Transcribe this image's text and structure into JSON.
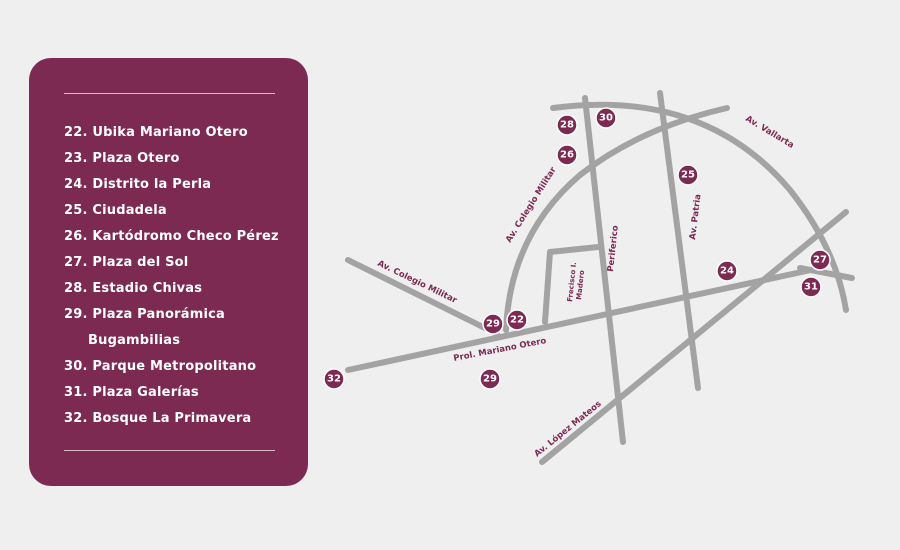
{
  "legend": {
    "items": [
      "22. Ubika Mariano Otero",
      "23. Plaza Otero",
      "24. Distrito la Perla",
      "25. Ciudadela",
      "26. Kartódromo Checo Pérez",
      "27. Plaza del Sol",
      "28. Estadio Chivas",
      "29. Plaza Panorámica",
      "Bugambilias",
      "30. Parque Metropolitano",
      "31. Plaza Galerías",
      "32. Bosque La Primavera"
    ]
  },
  "map": {
    "colors": {
      "road": "#a3a3a3",
      "accent": "#7d2a53",
      "background": "#efefef"
    },
    "road_labels": {
      "av_vallarta": "Av. Vallarta",
      "av_colegio_militar_upper": "Av. Colegio Militar",
      "av_colegio_militar_lower": "Av. Colegio Militar",
      "periferico": "Periferico",
      "av_patria": "Av. Patria",
      "francisco_madero_1": "Frecisco I.",
      "francisco_madero_2": "Madero",
      "prol_mariano_otero": "Prol. Mariano Otero",
      "av_lopez_mateos": "Av. López Mateos"
    },
    "markers": {
      "m22": "22",
      "m24": "24",
      "m25": "25",
      "m26": "26",
      "m27": "27",
      "m28": "28",
      "m29a": "29",
      "m29b": "29",
      "m30": "30",
      "m31": "31",
      "m32": "32"
    }
  }
}
